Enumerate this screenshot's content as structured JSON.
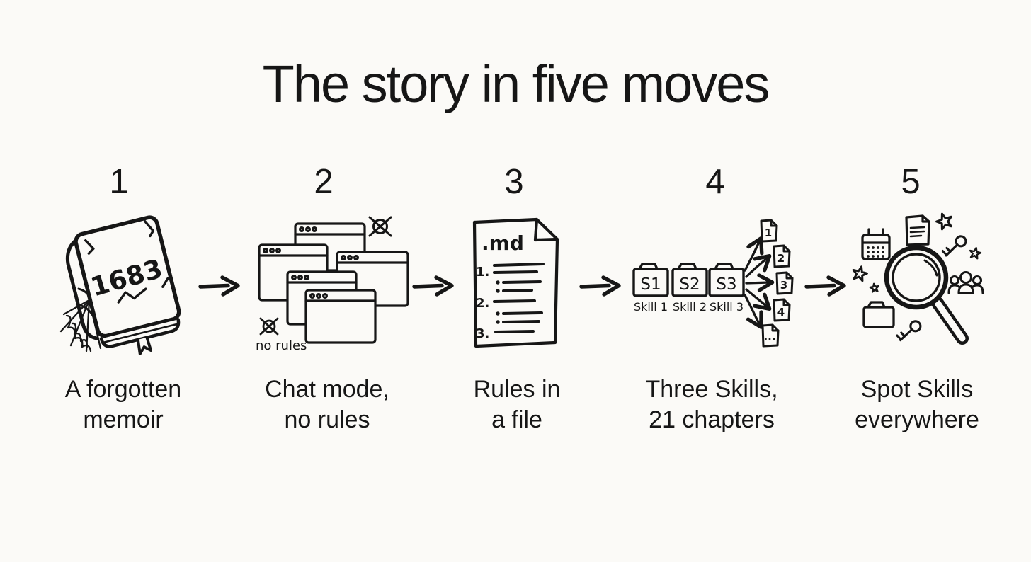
{
  "title": "The story in five moves",
  "colors": {
    "background": "#fbfaf7",
    "ink": "#161616"
  },
  "steps": [
    {
      "number": "1",
      "caption_line1": "A forgotten",
      "caption_line2": "memoir",
      "book_year": "1683"
    },
    {
      "number": "2",
      "caption_line1": "Chat mode,",
      "caption_line2": "no rules",
      "annotation": "no rules"
    },
    {
      "number": "3",
      "caption_line1": "Rules in",
      "caption_line2": "a file",
      "file_extension": ".md",
      "list_markers": [
        "1.",
        "2.",
        "3."
      ]
    },
    {
      "number": "4",
      "caption_line1": "Three Skills,",
      "caption_line2": "21 chapters",
      "folders": [
        {
          "label": "S1",
          "name": "Skill 1"
        },
        {
          "label": "S2",
          "name": "Skill 2"
        },
        {
          "label": "S3",
          "name": "Skill 3"
        }
      ],
      "files": [
        "1",
        "2",
        "3",
        "4",
        "..."
      ]
    },
    {
      "number": "5",
      "caption_line1": "Spot Skills",
      "caption_line2": "everywhere"
    }
  ]
}
